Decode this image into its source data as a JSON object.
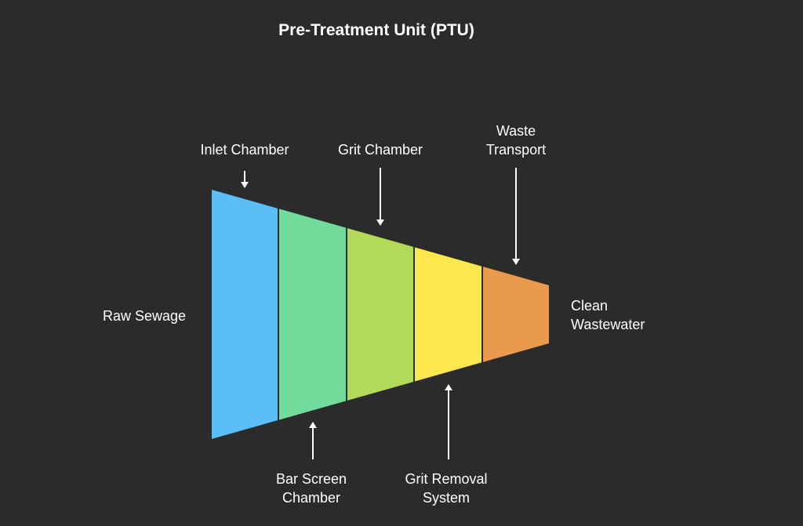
{
  "title": "Pre-Treatment Unit (PTU)",
  "input_label": "Raw Sewage",
  "output_label": [
    "Clean",
    "Wastewater"
  ],
  "stages": [
    {
      "color": "#5bbff5"
    },
    {
      "color": "#73db9b"
    },
    {
      "color": "#b2d95a"
    },
    {
      "color": "#fde74f"
    },
    {
      "color": "#ea9a4d"
    }
  ],
  "callouts": {
    "inlet_chamber": [
      "Inlet Chamber"
    ],
    "bar_screen_chamber": [
      "Bar Screen",
      "Chamber"
    ],
    "grit_chamber": [
      "Grit Chamber"
    ],
    "grit_removal_system": [
      "Grit Removal",
      "System"
    ],
    "waste_transport": [
      "Waste",
      "Transport"
    ]
  }
}
